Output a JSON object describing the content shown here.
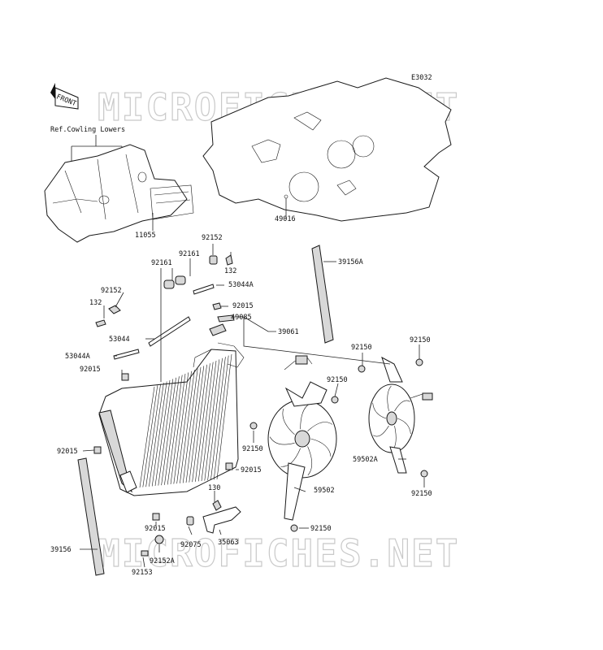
{
  "diagram_code": "E3032",
  "front_label": "FRONT",
  "reference_note": "Ref.Cowling Lowers",
  "watermarks": [
    "MICROFICHES.NET",
    "MICROFICHES.NET"
  ],
  "part_numbers": [
    "49016",
    "11055",
    "92152",
    "92161",
    "92161",
    "132",
    "53044A",
    "92152",
    "132",
    "92015",
    "49085",
    "53044",
    "53044A",
    "92015",
    "39061",
    "39156A",
    "92150",
    "92150",
    "92150",
    "92015",
    "92150",
    "92015",
    "59502",
    "59502A",
    "92150",
    "92150",
    "130",
    "92015",
    "92075",
    "35063",
    "39156",
    "92152A",
    "92153"
  ]
}
